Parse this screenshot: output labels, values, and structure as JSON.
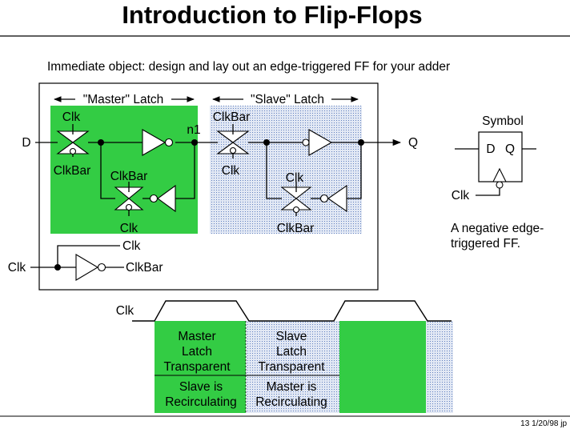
{
  "title": "Introduction to Flip-Flops",
  "subtitle": "Immediate object:  design and lay out an edge-triggered FF for your adder",
  "colors": {
    "master": "#33cc44",
    "slave_bg": "#e2e8f4",
    "slave_dots": "#5f7fbf",
    "line": "#000000"
  },
  "circuit": {
    "master_label": "\"Master\" Latch",
    "slave_label": "\"Slave\" Latch",
    "input": "D",
    "output": "Q",
    "node": "n1",
    "clk_input": "Clk",
    "m_tg_top": "Clk",
    "m_tg_bottom": "ClkBar",
    "m_fb_top": "ClkBar",
    "m_fb_bottom": "Clk",
    "s_tg_top": "ClkBar",
    "s_tg_bottom": "Clk",
    "s_fb_top": "Clk",
    "s_fb_bottom": "ClkBar",
    "clkgen_out_top": "Clk",
    "clkgen_out": "ClkBar"
  },
  "symbol": {
    "title": "Symbol",
    "d_pin": "D",
    "q_pin": "Q",
    "clk_pin": "Clk",
    "desc_line1": "A negative edge-",
    "desc_line2": "triggered FF."
  },
  "timing": {
    "clk_label": "Clk",
    "phase1_top": [
      "Master",
      "Latch",
      "Transparent"
    ],
    "phase1_bottom": [
      "Slave is",
      "Recirculating"
    ],
    "phase2_top": [
      "Slave",
      "Latch",
      "Transparent"
    ],
    "phase2_bottom": [
      "Master is",
      "Recirculating"
    ]
  },
  "footer": "13  1/20/98  jp"
}
